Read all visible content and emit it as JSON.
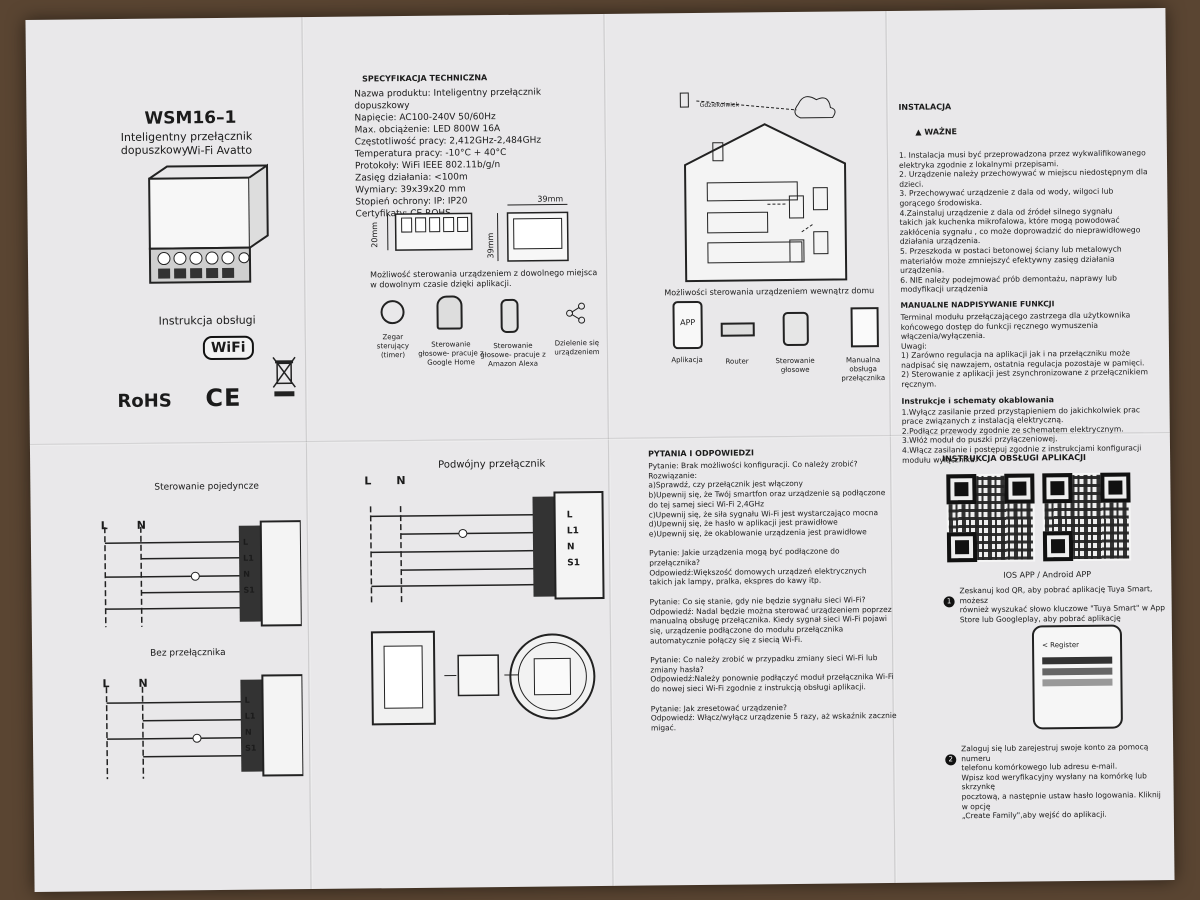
{
  "panel1": {
    "model": "WSM16–1",
    "subtitle1": "Inteligentny przełącznik dopuszkowy",
    "subtitle2": "Wi-Fi Avatto",
    "manual": "Instrukcja obsługi",
    "wifi_badge": "WiFi",
    "rohs": "RoHS",
    "ce": "CE"
  },
  "panel2": {
    "heading": "SPECYFIKACJA TECHNICZNA",
    "specs": [
      "Nazwa produktu: Inteligentny przełącznik dopuszkowy",
      "Napięcie: AC100-240V 50/60Hz",
      "Max. obciążenie: LED 800W 16A",
      "Częstotliwość pracy: 2,412GHz-2,484GHz",
      "Temperatura pracy: -10°C + 40°C",
      "Protokoły: WiFi IEEE 802.11b/g/n",
      "Zasięg działania: <100m",
      "Wymiary: 39x39x20 mm",
      "Stopień ochrony: IP: IP20",
      "Certyfikaty: CE ROHS"
    ],
    "dim_top": "39mm",
    "dim_left": "20mm",
    "dim_right": "39mm",
    "control_text": "Możliwość sterowania urządzeniem z dowolnego miejsca\nw dowolnym czasie dzięki aplikacji.",
    "icons": [
      {
        "label": "Zegar\nsterujący\n(timer)",
        "icon": "timer-icon"
      },
      {
        "label": "Sterowanie głosowe-\npracuje z Google Home",
        "icon": "google-home-icon"
      },
      {
        "label": "Sterowanie głosowe-\npracuje z Amazon Alexa",
        "icon": "amazon-alexa-icon"
      },
      {
        "label": "Dzielenie się\nurządzeniem",
        "icon": "share-icon"
      }
    ]
  },
  "panel3": {
    "cloud_label": "Gdziekolwiek",
    "inside_text": "Możliwości sterowania urządzeniem wewnątrz domu",
    "icons": [
      {
        "label": "Aplikacja",
        "icon": "phone-app-icon",
        "app": "APP"
      },
      {
        "label": "Router",
        "icon": "router-icon"
      },
      {
        "label": "Sterowanie\ngłosowe",
        "icon": "voice-speaker-icon"
      },
      {
        "label": "Manualna obsługa\nprzełącznika",
        "icon": "wall-switch-icon"
      }
    ]
  },
  "panel4": {
    "heading": "INSTALACJA",
    "warning": "WAŻNE",
    "install": "1. Instalacja musi być przeprowadzona przez wykwalifikowanego\nelektryka zgodnie z lokalnymi przepisami.\n2. Urządzenie należy przechowywać w miejscu niedostępnym dla\ndzieci.\n3. Przechowywać urządzenie z dala od wody, wilgoci lub\ngorącego środowiska.\n4.Zainstaluj urządzenie z dala od źródeł silnego sygnału\ntakich jak kuchenka mikrofalowa, które mogą powodować\nzakłócenia sygnału , co może doprowadzić do nieprawidłowego\ndziałania urządzenia.\n5. Przeszkoda w postaci betonowej ściany lub metalowych\nmateriałów może zmniejszyć efektywny zasięg działania\nurządzenia.\n6. NIE należy podejmować prób demontażu, naprawy lub\nmodyfikacji urządzenia",
    "manual_heading": "MANUALNE NADPISYWANIE FUNKCJI",
    "manual": "Terminal modułu przełączającego zastrzega dla użytkownika\nkońcowego dostęp do funkcji ręcznego wymuszenia\nwłączenia/wyłączenia.\nUwagi:\n1) Zarówno regulacja na aplikacji jak i na przełączniku może\nnadpisać się nawzajem, ostatnia regulacja pozostaje w pamięci.\n2) Sterowanie z aplikacji jest zsynchronizowane z przełącznikiem\nręcznym.",
    "wiring_heading": "Instrukcje i schematy okablowania",
    "wiring": "1.Wyłącz zasilanie przed przystąpieniem do jakichkolwiek prac\nprace związanych z instalacją elektryczną.\n2.Podłącz przewody zgodnie ze schematem elektrycznym.\n3.Włóż moduł do puszki przyłączeniowej.\n4.Włącz zasilanie i postępuj zgodnie z instrukcjami konfiguracji\nmodułu wyłącznika."
  },
  "panel5": {
    "single": "Sterowanie pojedyncze",
    "without": "Bez przełącznika",
    "L": "L",
    "N": "N",
    "terms": [
      "L",
      "L1",
      "N",
      "S1"
    ]
  },
  "panel6": {
    "title": "Podwójny przełącznik",
    "L": "L",
    "N": "N",
    "terms": [
      "L",
      "L1",
      "N",
      "S1"
    ]
  },
  "panel7": {
    "heading": "PYTANIA I ODPOWIEDZI",
    "text": "Pytanie: Brak możliwości konfiguracji. Co należy zrobić?\nRozwiązanie:\na)Sprawdź, czy przełącznik jest włączony\nb)Upewnij się, że Twój smartfon oraz urządzenie są podłączone\ndo tej samej sieci Wi-Fi 2,4GHz\nc)Upewnij się, że siła sygnału Wi-Fi jest wystarczająco mocna\nd)Upewnij się, że hasło w aplikacji jest prawidłowe\ne)Upewnij się, że okablowanie urządzenia jest prawidłowe\n\nPytanie: Jakie urządzenia mogą być podłączone do\nprzełącznika?\nOdpowiedź:Większość domowych urządzeń elektrycznych\ntakich jak lampy, pralka, ekspres do kawy itp.\n\nPytanie: Co się stanie, gdy nie będzie sygnału sieci Wi-Fi?\nOdpowiedź: Nadal będzie można sterować urządzeniem poprzez\nmanualną obsługę przełącznika. Kiedy sygnał sieci Wi-Fi pojawi\nsię, urządzenie podłączone do modułu przełącznika\nautomatycznie połączy się z siecią Wi-Fi.\n\nPytanie: Co należy zrobić w przypadku zmiany sieci Wi-Fi lub\nzmiany hasła?\nOdpowiedź:Należy ponownie podłączyć moduł przełącznika Wi-Fi\ndo nowej sieci Wi-Fi zgodnie z instrukcją obsługi aplikacji.\n\nPytanie: Jak zresetować urządzenie?\nOdpowiedź: Włącz/wyłącz urządzenie 5 razy, aż wskaźnik zacznie\nmigać."
  },
  "panel8": {
    "heading": "INSTRUKCJA OBSŁUGI APLIKACJI",
    "apps": "IOS APP / Android APP",
    "step1_num": "1",
    "step1": "Zeskanuj kod QR, aby pobrać aplikację Tuya Smart, możesz\nrównież wyszukać słowo kluczowe \"Tuya Smart\" w App\nStore lub Googleplay, aby pobrać aplikację",
    "register": "< Register",
    "step2_num": "2",
    "step2": "Zaloguj się lub zarejestruj swoje konto za pomocą numeru\ntelefonu komórkowego lub adresu e-mail.\nWpisz kod weryfikacyjny wysłany na komórkę lub skrzynkę\npocztową, a następnie ustaw hasło logowania. Kliknij w opcję\n„Create Family\",aby wejść do aplikacji."
  }
}
